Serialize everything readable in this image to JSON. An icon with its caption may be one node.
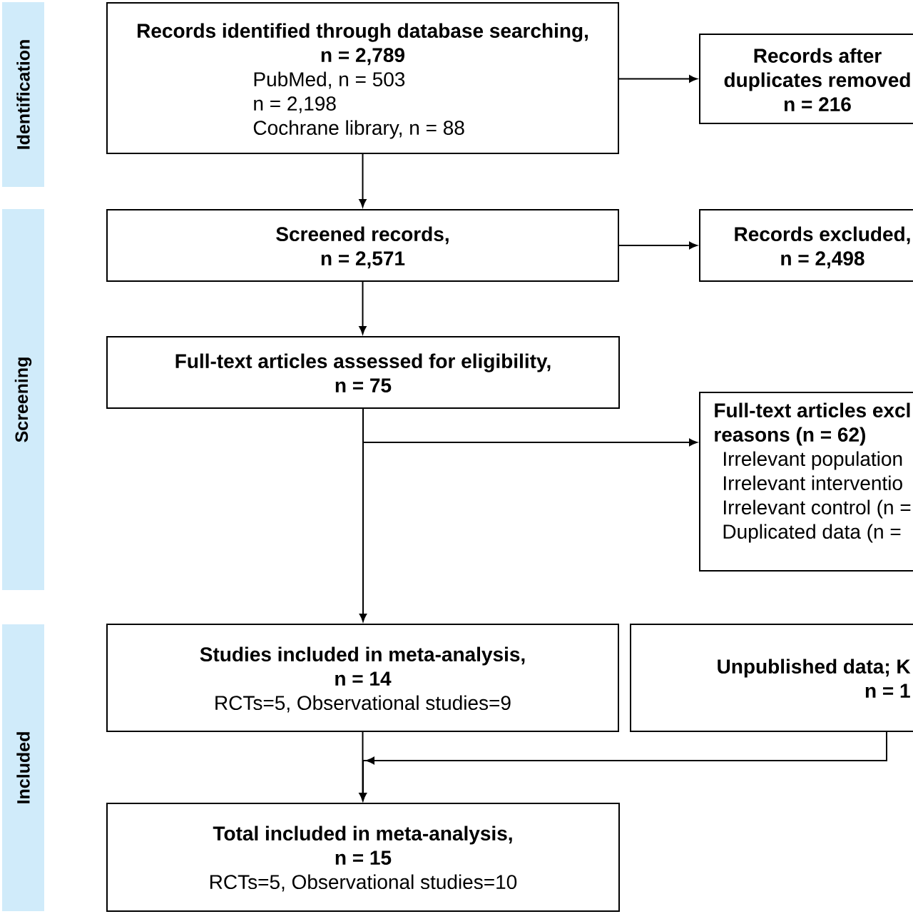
{
  "diagram": {
    "nodes": [
      {
        "text": [
          "Identification"
        ]
      },
      {
        "text": [
          "Screening"
        ]
      },
      {
        "text": [
          "Included"
        ]
      },
      {
        "text": [
          "Records identified through database searching, n = 2,789",
          "PubMed, n = 503",
          "n = 2,198",
          "Cochrane library, n = 88"
        ]
      },
      {
        "text": [
          "Records after duplicates removed n = 216"
        ]
      },
      {
        "text": [
          "Screened records, n = 2,571"
        ]
      },
      {
        "text": [
          "Records excluded, n = 2,498"
        ]
      },
      {
        "text": [
          "Full-text articles assessed for eligibility, n = 75"
        ]
      },
      {
        "text": [
          "Full-text articles excl reasons (n = 62)",
          "Irrelevant population",
          "Irrelevant interventio",
          "Irrelevant control (n =",
          "Duplicated data (n ="
        ]
      },
      {
        "text": [
          "Studies included in meta-analysis, n = 14",
          "RCTs=5, Observational studies=9"
        ]
      },
      {
        "text": [
          "Unpublished data; K n = 1"
        ]
      },
      {
        "text": [
          "Total included in meta-analysis, n = 15",
          "RCTs=5, Observational studies=10"
        ]
      }
    ],
    "edges": [
      {
        "from": 3,
        "to": 4,
        "arrow": "to"
      },
      {
        "from": 3,
        "to": 5,
        "arrow": "to"
      },
      {
        "from": 5,
        "to": 6,
        "arrow": "to"
      },
      {
        "from": 5,
        "to": 7,
        "arrow": "to"
      },
      {
        "from": 7,
        "to": 8,
        "arrow": "to"
      },
      {
        "from": 7,
        "to": 9,
        "arrow": "to"
      },
      {
        "from": 9,
        "to": 11,
        "arrow": "to"
      },
      {
        "from": 10,
        "to": 11,
        "arrow": "to"
      }
    ]
  }
}
